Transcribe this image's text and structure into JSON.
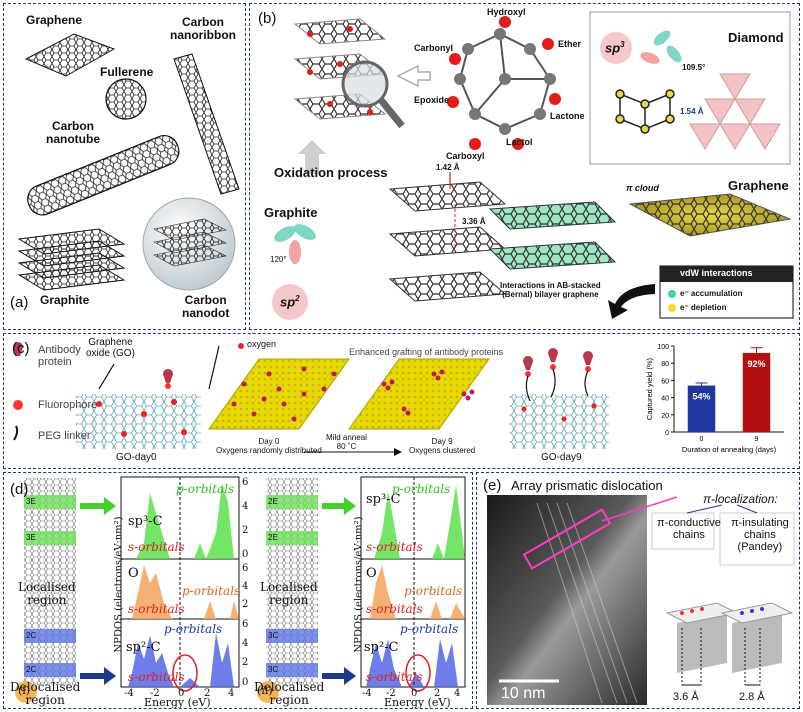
{
  "panel_a": {
    "label": "(a)",
    "items": [
      "Graphene",
      "Fullerene",
      "Carbon\nnanoribbon",
      "Carbon\nnanotube",
      "Graphite",
      "Carbon\nnanodot"
    ]
  },
  "panel_b": {
    "label": "(b)",
    "groups": [
      "Hydroxyl",
      "Carbonyl",
      "Ether",
      "Epoxide",
      "Lactone",
      "Lactol",
      "Carboxyl"
    ],
    "oxidation": "Oxidation process",
    "sp3": "sp",
    "sp3_sup": "3",
    "diamond": "Diamond",
    "angle3": "109.5°",
    "bond154": "1.54 Å",
    "graphite": "Graphite",
    "bond142": "1.42 Å",
    "spacing336": "3.36 Å",
    "angle120": "120°",
    "sp2": "sp",
    "sp2_sup": "2",
    "interactions": "Interactions in AB-stacked\n(Bernal) bilayer graphene",
    "pi_cloud": "π cloud",
    "graphene": "Graphene",
    "vdw_title": "vdW interactions",
    "vdw_acc": "e⁻ accumulation",
    "vdw_dep": "e⁻ depletion"
  },
  "panel_c": {
    "label": "(c)",
    "legend": [
      "Antibody\nprotein",
      "Fluorophore",
      "PEG linker"
    ],
    "go_label": "Graphene\noxide (GO)",
    "oxygen": "oxygen",
    "enhanced": "Enhanced grafting of antibody proteins",
    "day0": "Day 0\nOxygens randomly distributed",
    "anneal": "Mild anneal\n80 ˚C",
    "day9": "Day 9\nOxygens clustered",
    "go_day0": "GO-day0",
    "go_day9": "GO-day9"
  },
  "panel_d": {
    "label": "(d)",
    "localised": "Localised\nregion",
    "delocalised": "Delocalised\nregion",
    "i": "(i)",
    "ii": "(ii)",
    "ylabel": "NPDOS (electrons/eV·nm²)",
    "xlabel": "Energy (eV)",
    "sp3c": "sp³-C",
    "sp2c": "sp²-C",
    "O": "O",
    "p_orbitals": "p-orbitals",
    "s_orbitals": "s-orbitals",
    "left_tags": [
      "3E",
      "3E",
      "2C",
      "2C"
    ],
    "right_tags": [
      "2E",
      "2E",
      "3C",
      "3C"
    ],
    "xticks": [
      "-4",
      "-2",
      "0",
      "2",
      "4"
    ],
    "yticks_top": [
      "6",
      "4",
      "2",
      "0"
    ],
    "yticks_mid": [
      "6",
      "4",
      "2"
    ],
    "yticks_bot": [
      "6",
      "4",
      "2",
      "0"
    ]
  },
  "panel_e": {
    "label": "(e)",
    "title": "Array prismatic dislocation",
    "pi_local": "π-localization:",
    "conductive": "π-conductive\nchains",
    "insulating": "π-insulating\nchains\n(Pandey)",
    "scale": "10 nm",
    "d1": "3.6 Å",
    "d2": "2.8 Å"
  },
  "chart_data": {
    "type": "bar",
    "categories": [
      "0",
      "9"
    ],
    "values": [
      54,
      92
    ],
    "data_labels": [
      "54%",
      "92%"
    ],
    "ylabel": "Captured yield (%)",
    "xlabel": "Duration of annealing (days)",
    "ylim": [
      0,
      100
    ],
    "yticks": [
      "0",
      "20",
      "40",
      "60",
      "80",
      "100"
    ],
    "errors": [
      3,
      6
    ],
    "colors": [
      "#1f35a0",
      "#b01010"
    ]
  }
}
